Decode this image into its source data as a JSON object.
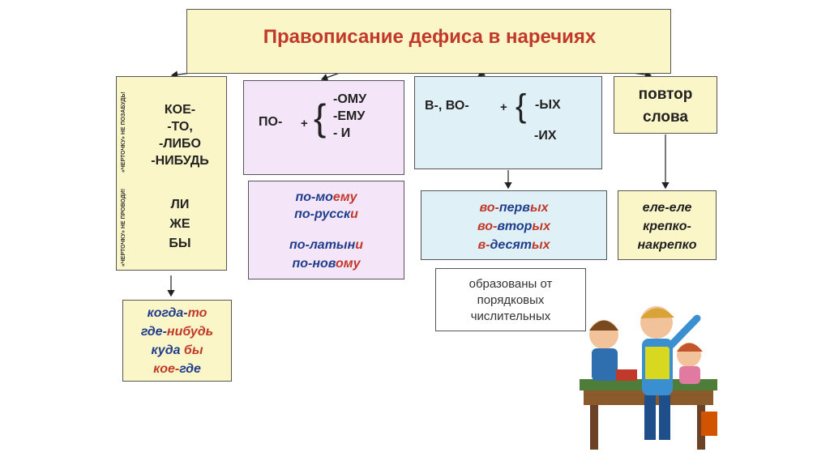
{
  "title": "Правописание дефиса в наречиях",
  "box_particles": {
    "side_note_1": "«ЧЕРТОЧКУ» НЕ ПОЗАБУДЬ!",
    "side_note_2": "«ЧЕРТОЧКУ» НЕ ПРОВОДИ!",
    "hyphen_items": [
      "КОЕ-",
      "-ТО,",
      "-ЛИБО",
      "-НИБУДЬ"
    ],
    "separate_items": [
      "ЛИ",
      "ЖЕ",
      "БЫ"
    ]
  },
  "box_po": {
    "prefix": "ПО-",
    "plus": "+",
    "brace": "{",
    "suffixes": [
      "-ОМУ",
      "-ЕМУ",
      "- И"
    ]
  },
  "box_v": {
    "prefixes": "В-, ВО-",
    "plus": "+",
    "brace": "{",
    "suffixes": [
      "-ЫХ",
      "-ИХ"
    ]
  },
  "box_repeat": {
    "line1": "повтор",
    "line2": "слова"
  },
  "examples_po": [
    {
      "p1": "по-",
      "p2": "мо",
      "p3": "ему"
    },
    {
      "p1": "по-",
      "p2": "русск",
      "p3": "и"
    },
    {
      "p1": "по-",
      "p2": "латын",
      "p3": "и"
    },
    {
      "p1": "по-",
      "p2": "нов",
      "p3": "ому"
    }
  ],
  "examples_v": [
    {
      "p1": "во-",
      "p2": "перв",
      "p3": "ых"
    },
    {
      "p1": "во-",
      "p2": "втор",
      "p3": "ых"
    },
    {
      "p1": "в-",
      "p2": "десят",
      "p3": "ых"
    }
  ],
  "examples_repeat": [
    "еле-еле",
    "крепко-",
    "накрепко"
  ],
  "note_ordinal": [
    "образованы от",
    "порядковых",
    "числительных"
  ],
  "examples_particles": [
    {
      "a": "когда-",
      "b": "то"
    },
    {
      "a": "где-",
      "b": "нибудь"
    },
    {
      "a": "куда ",
      "b": "бы"
    },
    {
      "a": "кое-",
      "b": "где"
    }
  ],
  "colors": {
    "title_red": "#c0392b",
    "yellow_box": "#fbf6c8",
    "pink_box": "#f4e6f8",
    "blue_box": "#dff1f6",
    "example_blue": "#1f3d8c"
  }
}
